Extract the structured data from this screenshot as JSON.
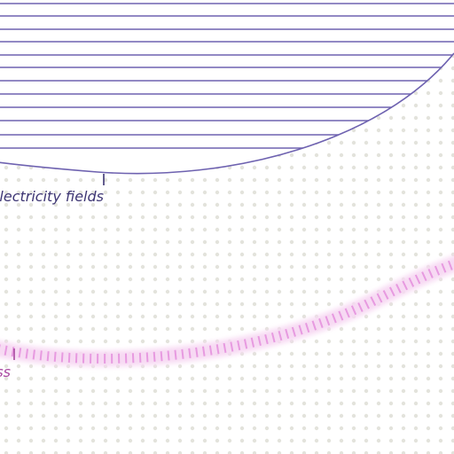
{
  "diagram": {
    "colors": {
      "background": "#ffffff",
      "dot_grid": "#e3e3dc",
      "field_outline": "#6e62b0",
      "field_hatch": "#6e62b0",
      "field_label": "#3d3573",
      "pink_path": "#e79ae0",
      "pink_glow": "#f7d9f3",
      "pink_label": "#a8479f"
    },
    "regions": [
      {
        "id": "electricity-fields",
        "label": "lectricity fields",
        "style": "hatched-bowl"
      },
      {
        "id": "pink-path",
        "label": "ss",
        "style": "dashed-glow-curve"
      }
    ]
  }
}
